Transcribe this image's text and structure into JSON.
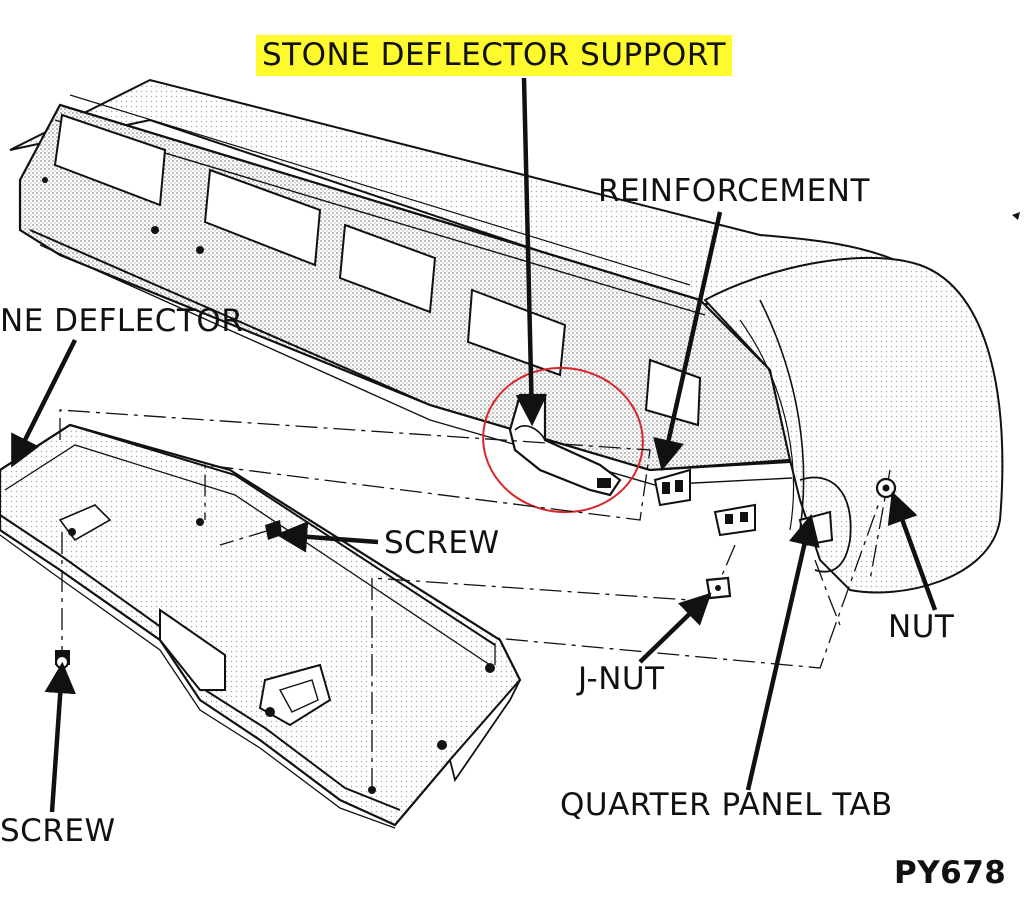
{
  "labels": {
    "stone_deflector_support": "STONE DEFLECTOR SUPPORT",
    "reinforcement": "REINFORCEMENT",
    "stone_deflector": "NE DEFLECTOR",
    "screw_upper": "SCREW",
    "screw_lower": "SCREW",
    "nut": "NUT",
    "j_nut": "J-NUT",
    "quarter_panel_tab": "QUARTER PANEL TAB",
    "figure_id": "PY678"
  },
  "colors": {
    "highlight": "#fffa2e",
    "ink": "#111111",
    "circle_annotation": "#d9262a",
    "shading": "#9a9a9a"
  }
}
